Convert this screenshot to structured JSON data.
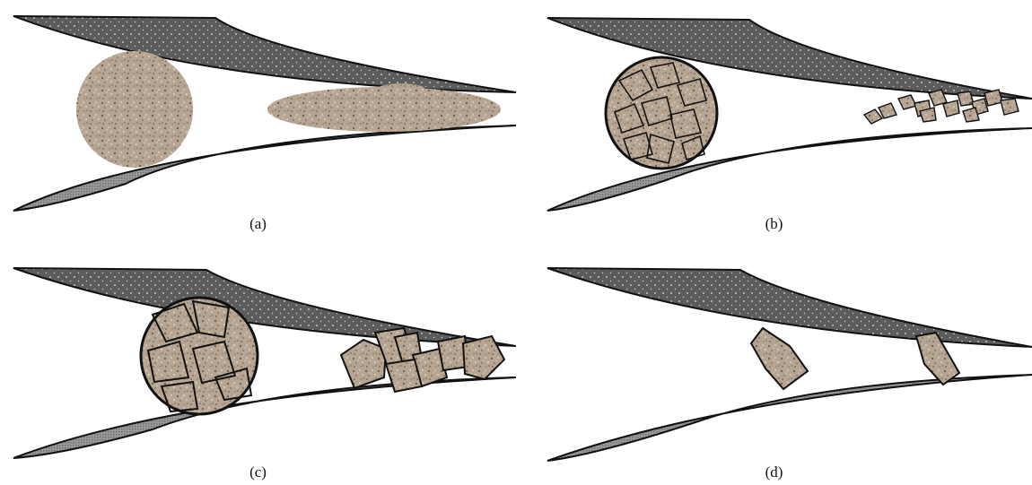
{
  "panels": [
    {
      "label": "(a)"
    },
    {
      "label": "(b)"
    },
    {
      "label": "(c)"
    },
    {
      "label": "(d)"
    }
  ],
  "colors": {
    "upper_jaw": "#5c5c5c",
    "lower_jaw": "#8c8c8c",
    "particle": "#b6a592",
    "outline": "#111111"
  }
}
